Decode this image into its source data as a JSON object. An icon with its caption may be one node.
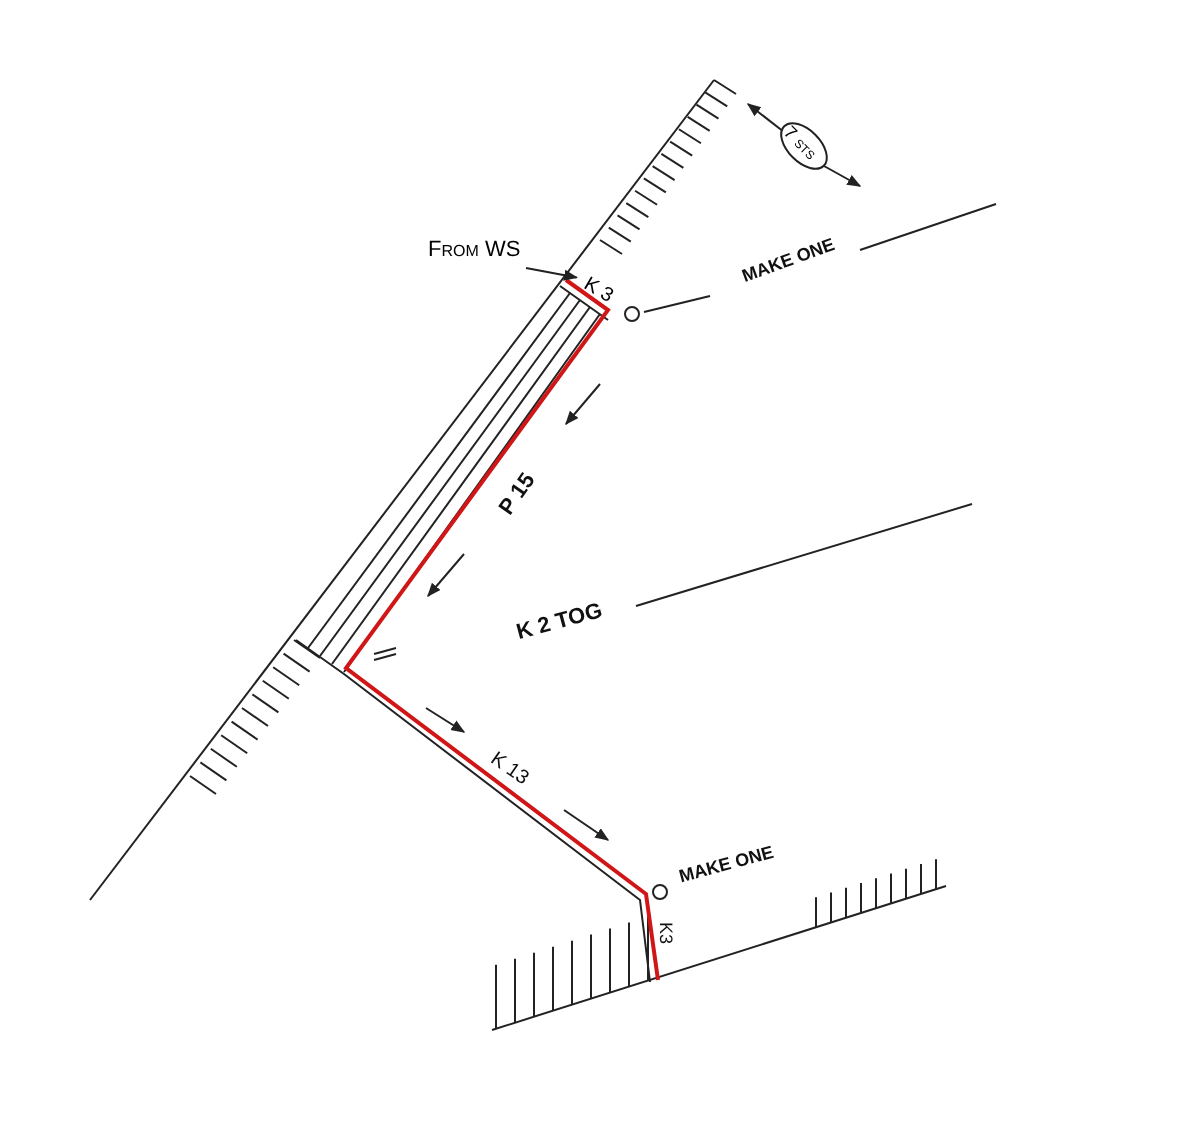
{
  "diagram": {
    "nodes": [
      {
        "text": [
          "From WS"
        ]
      },
      {
        "text": [
          "7 sts"
        ]
      },
      {
        "text": [
          "K 3"
        ]
      }
    ],
    "edges": [
      {
        "from": 0,
        "to": 2,
        "arrow": "to"
      }
    ],
    "labels": [
      "MAKE ONE",
      "P 15",
      "K 2 TOG",
      "K 13",
      "MAKE ONE",
      "K3"
    ]
  }
}
